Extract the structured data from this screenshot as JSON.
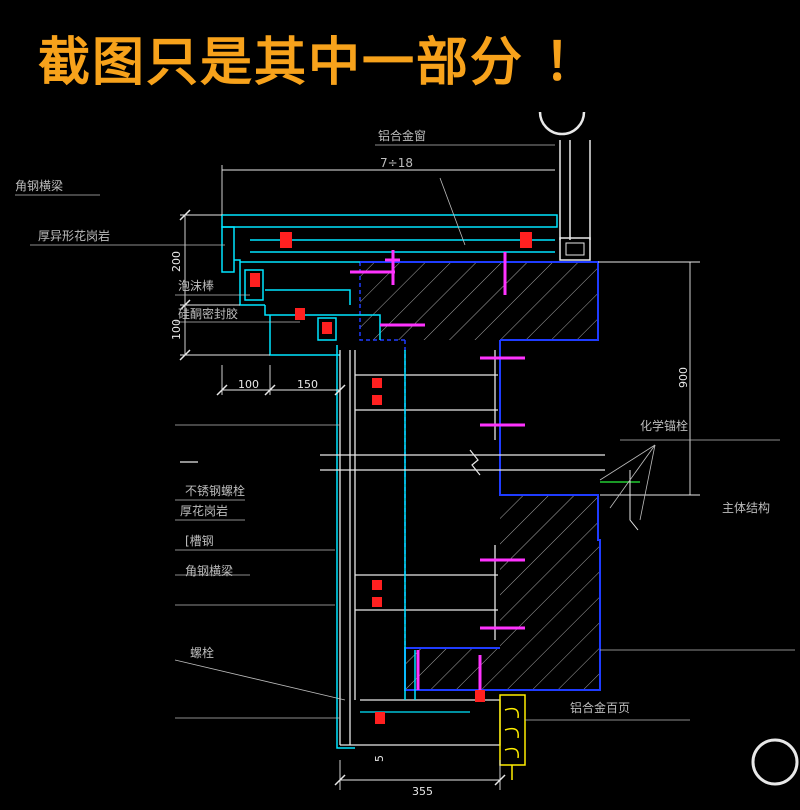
{
  "banner": {
    "text": "截图只是其中一部分 ！"
  },
  "labels": {
    "aluminum_window": "铝合金窗",
    "window_width": "7÷18",
    "angle_steel_beam": "角钢横梁",
    "thick_granite_profile": "厚异形花岗岩",
    "foam_rod": "泡沫棒",
    "silicone_sealant": "硅酮密封胶",
    "chemical_anchor": "化学锚栓",
    "main_structure": "主体结构",
    "stainless_bolt": "不锈钢螺栓",
    "thick_granite": "厚花岗岩",
    "channel_steel": "[槽钢",
    "angle_beam_2": "角钢横梁",
    "bolt": "螺栓",
    "aluminum_louver": "铝合金百页"
  },
  "dimensions": {
    "d200": "200",
    "d100_v": "100",
    "d100_h": "100",
    "d150": "150",
    "d900": "900",
    "d355": "355",
    "d5": "5"
  },
  "colors": {
    "banner_text": "#f7a21b",
    "background": "#000000",
    "cyan": "#00e5ff",
    "blue": "#1f3cff",
    "white": "#e8e8e8",
    "red": "#ff2020",
    "magenta": "#ff33ff",
    "yellow": "#ffee00",
    "green": "#22cc33",
    "label_gray": "#bdbdbd"
  }
}
